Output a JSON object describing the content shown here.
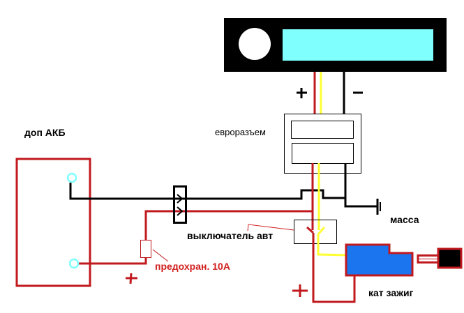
{
  "diagram": {
    "title": "Wiring diagram: auxiliary battery for car radio",
    "labels": {
      "aux_battery": "доп АКБ",
      "euro_connector": "евроразъем",
      "switch": "выключатель авт",
      "fuse": "предохран. 10А",
      "ground": "масса",
      "ignition_coil": "кат зажиг",
      "radio_plus": "+",
      "radio_minus": "−",
      "battery_plus": "+",
      "coil_plus": "+"
    },
    "components": [
      {
        "id": "car-radio",
        "name": "Car radio head unit"
      },
      {
        "id": "euro-connector",
        "name": "ISO (euro) connector"
      },
      {
        "id": "aux-battery",
        "name": "Auxiliary battery"
      },
      {
        "id": "inline-connector",
        "name": "Inline connector"
      },
      {
        "id": "fuse",
        "name": "Fuse 10A"
      },
      {
        "id": "switch",
        "name": "Automatic switch"
      },
      {
        "id": "ground",
        "name": "Chassis ground"
      },
      {
        "id": "ignition-coil",
        "name": "Ignition coil"
      }
    ],
    "wires": [
      {
        "id": "radio-plus",
        "color": "red"
      },
      {
        "id": "radio-acc",
        "color": "yellow"
      },
      {
        "id": "radio-minus",
        "color": "black"
      },
      {
        "id": "battery-minus",
        "color": "black"
      },
      {
        "id": "battery-plus",
        "color": "red"
      },
      {
        "id": "coil-feed",
        "color": "red"
      }
    ],
    "colors": {
      "wire_red": "#c0191e",
      "wire_yellow": "#ffff33",
      "wire_black": "#000000",
      "terminal": "#80ffff",
      "display": "#80ffff",
      "coil_fill": "#1a75ee",
      "label_red": "#d21e1e"
    }
  }
}
